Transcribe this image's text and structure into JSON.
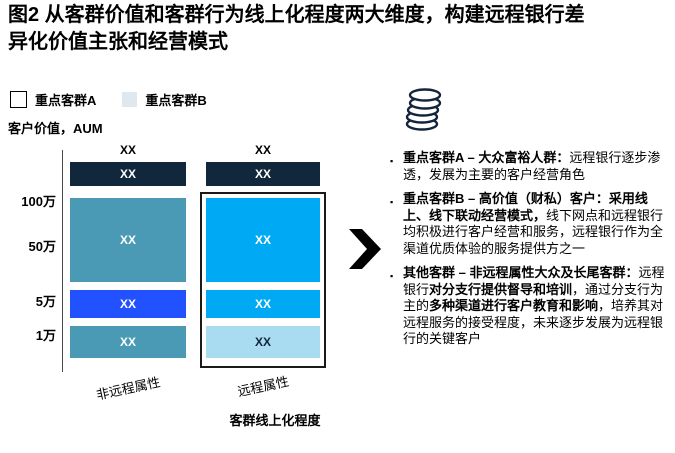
{
  "title": "图2 从客群价值和客群行为线上化程度两大维度，构建远程银行差异化价值主张和经营模式",
  "legend": [
    {
      "label": "重点客群A",
      "swatch_style": "white-outlined",
      "swatch_color": "#ffffff"
    },
    {
      "label": "重点客群B",
      "swatch_style": "filled",
      "swatch_color": "#dfe8ee"
    }
  ],
  "icons": {
    "coins": "coin-stack-icon",
    "arrow": "chevron-right-icon"
  },
  "colors": {
    "navy": "#10273c",
    "teal": "#4a9ab6",
    "electric_blue": "#2251ff",
    "cyan": "#00a9f4",
    "light_cyan": "#a9dcf1",
    "highlight_border": "#1a1a1a"
  },
  "chart_data": {
    "type": "matrix",
    "title": "图2 从客群价值和客群行为线上化程度两大维度，构建远程银行差异化价值主张和经营模式",
    "ylabel": "客户价值，AUM",
    "xlabel": "客群线上化程度",
    "y_ticks": [
      "100万",
      "50万",
      "5万",
      "1万"
    ],
    "x_categories": [
      "非远程属性",
      "远程属性"
    ],
    "legend": [
      "重点客群A",
      "重点客群B"
    ],
    "columns": [
      {
        "label": "非远程属性",
        "top_value": "XX",
        "highlighted": false,
        "cells": [
          {
            "value": "XX",
            "color": "#10273c"
          },
          {
            "value": "XX",
            "color": "#4a9ab6"
          },
          {
            "value": "XX",
            "color": "#2251ff"
          },
          {
            "value": "XX",
            "color": "#4a9ab6"
          }
        ]
      },
      {
        "label": "远程属性",
        "top_value": "XX",
        "highlighted": true,
        "cells": [
          {
            "value": "XX",
            "color": "#10273c"
          },
          {
            "value": "XX",
            "color": "#00a9f4"
          },
          {
            "value": "XX",
            "color": "#00a9f4"
          },
          {
            "value": "XX",
            "color": "#a9dcf1"
          }
        ]
      }
    ]
  },
  "bullets": [
    {
      "segments": [
        {
          "text": "重点客群A – 大众富裕人群：",
          "bold": true
        },
        {
          "text": "远程银行逐步渗透，发展为主要的客户经营角色",
          "bold": false
        }
      ]
    },
    {
      "segments": [
        {
          "text": "重点客群B – 高价值（财私）客户：",
          "bold": true
        },
        {
          "text": "采用线上、线下联动经营模式，",
          "bold": true
        },
        {
          "text": "线下网点和远程银行均积极进行客户经营和服务，远程银行作为全渠道优质体验的服务提供方之一",
          "bold": false
        }
      ]
    },
    {
      "segments": [
        {
          "text": "其他客群 – 非远程属性大众及长尾客群：",
          "bold": true
        },
        {
          "text": "远程银行",
          "bold": false
        },
        {
          "text": "对分支行提供督导和培训",
          "bold": true
        },
        {
          "text": "，通过分支行为主的",
          "bold": false
        },
        {
          "text": "多种渠道进行客户教育和影响",
          "bold": true
        },
        {
          "text": "，培养其对远程服务的接受程度，未来逐步发展为远程银行的关键客户",
          "bold": false
        }
      ]
    }
  ]
}
